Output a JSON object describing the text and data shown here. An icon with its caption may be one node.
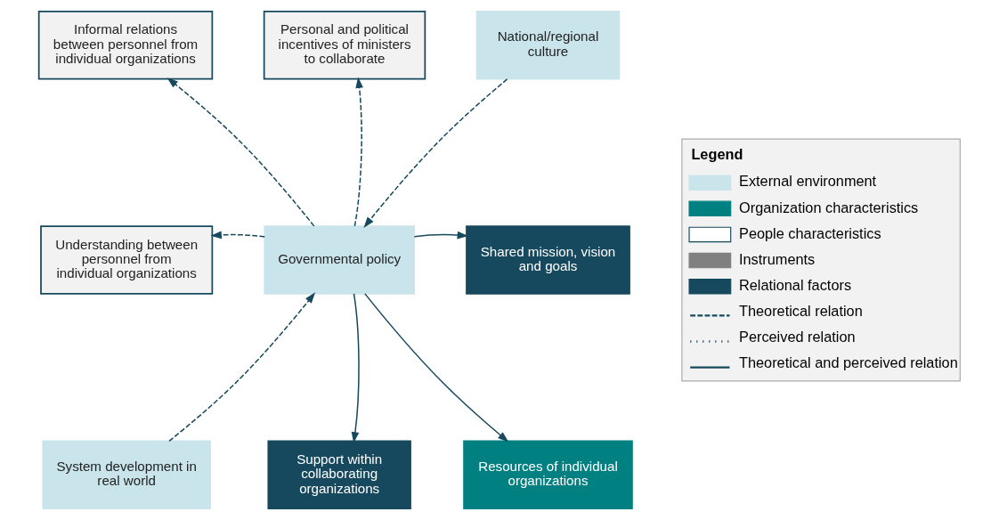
{
  "diagram": {
    "nodes": [
      {
        "text": [
          "Governmental policy"
        ]
      },
      {
        "text": [
          "Personal and political incentives of ministers to collaborate"
        ]
      },
      {
        "text": [
          "Informal relations between personnel from individual organizations"
        ]
      },
      {
        "text": [
          "National/regional culture"
        ]
      },
      {
        "text": [
          "Understanding between personnel from individual organizations"
        ]
      },
      {
        "text": [
          "Shared mission, vision and goals"
        ]
      },
      {
        "text": [
          "System development in real world"
        ]
      },
      {
        "text": [
          "Resources of individual organizations"
        ]
      },
      {
        "text": [
          "Support within collaborating organizations"
        ]
      }
    ],
    "edges": [
      {
        "from": 0,
        "to": 1,
        "arrow": "to",
        "style": "dashed"
      },
      {
        "from": 0,
        "to": 2,
        "arrow": "to",
        "style": "dashed"
      },
      {
        "from": 3,
        "to": 0,
        "arrow": "to",
        "style": "dashed"
      },
      {
        "from": 0,
        "to": 4,
        "arrow": "to",
        "style": "dashed"
      },
      {
        "from": 0,
        "to": 5,
        "arrow": "to"
      },
      {
        "from": 6,
        "to": 0,
        "arrow": "to",
        "style": "dashed"
      },
      {
        "from": 0,
        "to": 7,
        "arrow": "to"
      },
      {
        "from": 0,
        "to": 8,
        "arrow": "to"
      }
    ],
    "labels": [
      "Legend"
    ],
    "legend": [
      {
        "text": "External environment",
        "color": "#c9e4ea"
      },
      {
        "text": "Organization characteristics",
        "color": "#008080"
      },
      {
        "text": "People characteristics",
        "color": "#ffffff"
      },
      {
        "text": "Instruments",
        "color": "#808080"
      },
      {
        "text": "Relational factors",
        "color": "#17495e"
      },
      {
        "text": "Theoretical relation"
      },
      {
        "text": "Perceived relation"
      },
      {
        "text": "Theoretical and perceived relation"
      }
    ]
  }
}
